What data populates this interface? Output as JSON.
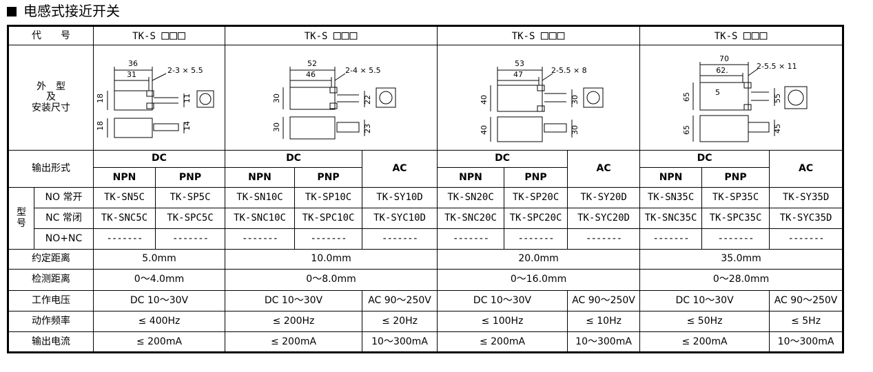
{
  "page_title": "电感式接近开关",
  "table": {
    "code_label": "代　　号",
    "shape_label": [
      "外　型",
      "及",
      "安装尺寸"
    ],
    "output_form_label": "输出形式",
    "model_label": [
      "型",
      "号"
    ],
    "no_label": "NO 常开",
    "nc_label": "NC 常闭",
    "nonc_label": "NO+NC",
    "distance_label": "约定距离",
    "detect_label": "检测距离",
    "voltage_label": "工作电压",
    "freq_label": "动作频率",
    "current_label": "输出电流",
    "dc": "DC",
    "ac": "AC",
    "npn": "NPN",
    "pnp": "PNP",
    "dash": "-------"
  },
  "groups": [
    {
      "code": "TK-S",
      "code_boxes": "□□□",
      "dims": {
        "outer": "36",
        "inner": "31",
        "hole": "2-3 × 5.5",
        "h_top": "18",
        "h_bot": "18",
        "r_top": "11",
        "r_bot": "14",
        "center": ""
      },
      "npn": {
        "no": "TK-SN5C",
        "nc": "TK-SNC5C",
        "nonc": "-------"
      },
      "pnp": {
        "no": "TK-SP5C",
        "nc": "TK-SPC5C",
        "nonc": "-------"
      },
      "distance": "5.0mm",
      "detect": "0～4.0mm",
      "voltage_dc": "DC 10～30V",
      "freq_dc": "≤ 400Hz",
      "current_dc": "≤ 200mA"
    },
    {
      "code": "TK-S",
      "code_boxes": "□□□",
      "dims": {
        "outer": "52",
        "inner": "46",
        "hole": "2-4 × 5.5",
        "h_top": "30",
        "h_bot": "30",
        "r_top": "22",
        "r_bot": "23",
        "center": ""
      },
      "npn": {
        "no": "TK-SN10C",
        "nc": "TK-SNC10C",
        "nonc": "-------"
      },
      "pnp": {
        "no": "TK-SP10C",
        "nc": "TK-SPC10C",
        "nonc": "-------"
      },
      "ac_models": {
        "no": "TK-SY10D",
        "nc": "TK-SYC10D",
        "nonc": "-------"
      },
      "distance": "10.0mm",
      "detect": "0～8.0mm",
      "voltage_dc": "DC 10～30V",
      "voltage_ac": "AC 90～250V",
      "freq_dc": "≤ 200Hz",
      "freq_ac": "≤ 20Hz",
      "current_dc": "≤ 200mA",
      "current_ac": "10～300mA"
    },
    {
      "code": "TK-S",
      "code_boxes": "□□□",
      "dims": {
        "outer": "53",
        "inner": "47",
        "hole": "2-5.5 × 8",
        "h_top": "40",
        "h_bot": "40",
        "r_top": "30",
        "r_bot": "30",
        "center": ""
      },
      "npn": {
        "no": "TK-SN20C",
        "nc": "TK-SNC20C",
        "nonc": "-------"
      },
      "pnp": {
        "no": "TK-SP20C",
        "nc": "TK-SPC20C",
        "nonc": "-------"
      },
      "ac_models": {
        "no": "TK-SY20D",
        "nc": "TK-SYC20D",
        "nonc": "-------"
      },
      "distance": "20.0mm",
      "detect": "0～16.0mm",
      "voltage_dc": "DC 10～30V",
      "voltage_ac": "AC 90～250V",
      "freq_dc": "≤ 100Hz",
      "freq_ac": "≤ 10Hz",
      "current_dc": "≤ 200mA",
      "current_ac": "10～300mA"
    },
    {
      "code": "TK-S",
      "code_boxes": "□□□",
      "dims": {
        "outer": "70",
        "inner": "62.",
        "hole": "2-5.5 × 11",
        "h_top": "65",
        "h_bot": "65",
        "r_top": "55",
        "r_bot": "45",
        "center": "5"
      },
      "npn": {
        "no": "TK-SN35C",
        "nc": "TK-SNC35C",
        "nonc": "-------"
      },
      "pnp": {
        "no": "TK-SP35C",
        "nc": "TK-SPC35C",
        "nonc": "-------"
      },
      "ac_models": {
        "no": "TK-SY35D",
        "nc": "TK-SYC35D",
        "nonc": "-------"
      },
      "distance": "35.0mm",
      "detect": "0～28.0mm",
      "voltage_dc": "DC 10～30V",
      "voltage_ac": "AC 90～250V",
      "freq_dc": "≤ 50Hz",
      "freq_ac": "≤ 5Hz",
      "current_dc": "≤ 200mA",
      "current_ac": "10～300mA"
    }
  ]
}
